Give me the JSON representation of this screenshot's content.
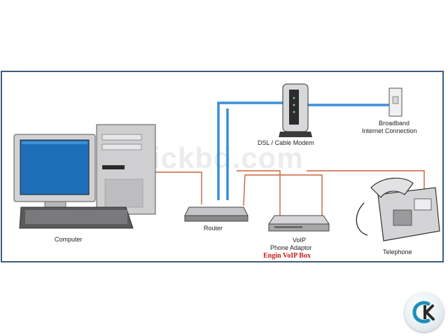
{
  "labels": {
    "computer": "Computer",
    "router": "Router",
    "modem": "DSL / Cable Modem",
    "broadband_1": "Broadband",
    "broadband_2": "Internet Connection",
    "voip_1": "VoIP",
    "voip_2": "Phone Adaptor",
    "brand": "Engin VoIP Box",
    "telephone": "Telephone"
  },
  "watermark": "clickbd.com",
  "colors": {
    "ethernet": "#c8643c",
    "broadband": "#3a8fd8",
    "border": "#3f5e7e",
    "brand": "#d01818"
  },
  "icons": [
    "computer-icon",
    "router-icon",
    "modem-icon",
    "wall-jack-icon",
    "voip-adaptor-icon",
    "telephone-icon",
    "clickbd-logo-icon"
  ]
}
